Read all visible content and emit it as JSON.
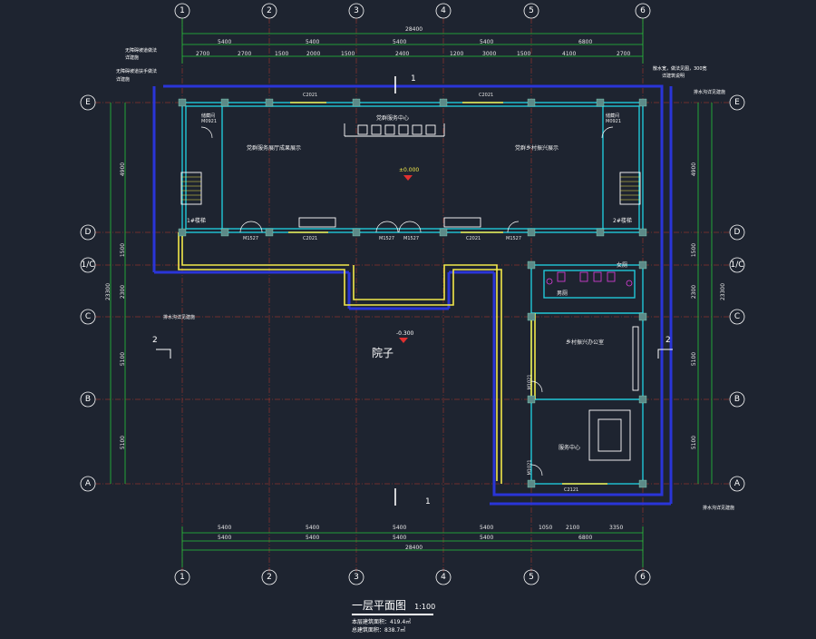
{
  "drawing": {
    "title": "一层平面图",
    "scale": "1:100",
    "area_lines": [
      "本层建筑面积：419.4㎡",
      "总建筑面积：838.7㎡"
    ],
    "grid_cols": [
      "1",
      "2",
      "3",
      "4",
      "5",
      "6"
    ],
    "grid_rows": [
      "E",
      "D",
      "1/C",
      "C",
      "B",
      "A"
    ],
    "top_total": "28400",
    "top_spans": [
      "5400",
      "5400",
      "5400",
      "5400",
      "6800"
    ],
    "top_detail": [
      "2700",
      "2700",
      "1500",
      "2000",
      "1500",
      "2400",
      "1200",
      "3000",
      "1500",
      "4100",
      "2700"
    ],
    "bottom_total": "28400",
    "bottom_spans": [
      "5400",
      "5400",
      "5400",
      "5400",
      "6800"
    ],
    "bottom_detail": [
      "5400",
      "5400",
      "5400",
      "5400",
      "1050",
      "2100",
      "3350"
    ],
    "left_total": "23300",
    "left_spans": [
      "4900",
      "1500",
      "2300",
      "5100",
      "5100"
    ],
    "right_total": "23300",
    "right_spans": [
      "4900",
      "1500",
      "2300",
      "5100",
      "5100"
    ],
    "rooms": {
      "stair1": "1#楼梯",
      "stair2": "2#楼梯",
      "store1": "储藏间",
      "store2": "储藏间",
      "hall_left": "党群服务展厅成果展示",
      "hall_center": "党群服务中心",
      "hall_right": "党群乡村振兴展示",
      "toilet_m": "男厕",
      "toilet_f": "女厕",
      "office": "乡村振兴办公室",
      "service": "服务中心",
      "courtyard": "院子"
    },
    "elevations": {
      "indoor": "±0.000",
      "yard": "-0.300"
    },
    "notes": {
      "note1": "无障碍坡道做法",
      "note1b": "详建施",
      "note2": "无障碍坡道扶手做法",
      "note2b": "详建施",
      "roof": "散水宽，做法见图，300宽",
      "drain": "详建筑说明",
      "right_mid": "排水沟详见建施",
      "left_mid": "排水沟详见建施",
      "right_bot": "排水沟详见建施"
    },
    "labels": {
      "c_top_a": "C2021",
      "c_top_b": "C2021",
      "c_bot_a": "C2021",
      "c_bot_b": "C2021",
      "m1527_a": "M1527",
      "m1527_b": "M1527",
      "m1527_c": "M1527",
      "m1527_d": "M1527",
      "m0921_a": "M0921",
      "m0921_b": "M0921",
      "m1021_a": "M1021",
      "m1021_b": "M1021",
      "c2121": "C2121",
      "section_top": "1",
      "section_bot": "1",
      "section_l": "2",
      "section_r": "2"
    }
  }
}
